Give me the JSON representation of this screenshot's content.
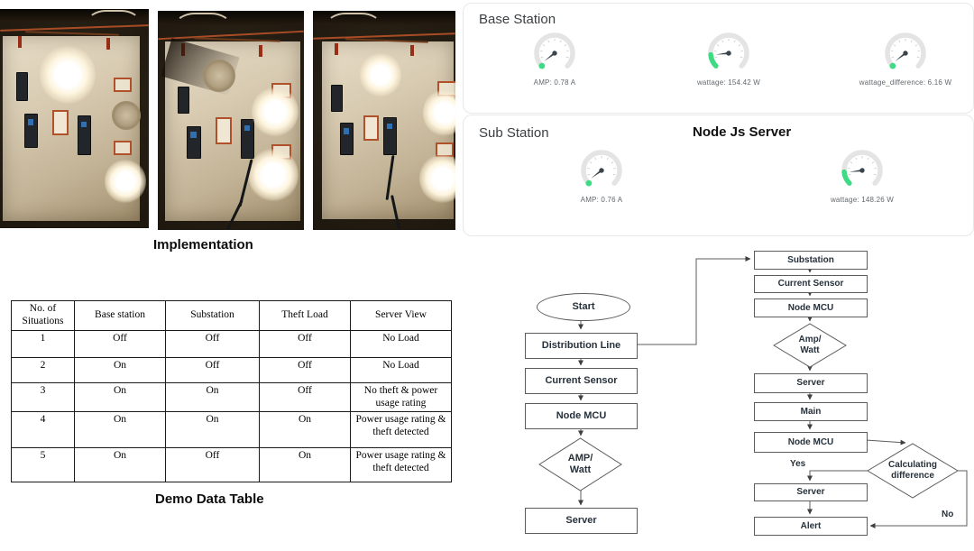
{
  "figure": {
    "implementation_caption": "Implementation",
    "demo_table_caption": "Demo Data Table"
  },
  "dashboard": {
    "base_station": {
      "title": "Base Station",
      "gauges": [
        {
          "label": "AMP: 0.78 A"
        },
        {
          "label": "wattage: 154.42 W"
        },
        {
          "label": "wattage_difference: 6.16 W"
        }
      ]
    },
    "sub_station": {
      "title": "Sub Station",
      "node_server_title": "Node Js Server",
      "gauges": [
        {
          "label": "AMP: 0.76 A"
        },
        {
          "label": "wattage: 148.26 W"
        }
      ]
    },
    "colors": {
      "gauge_green": "#3ddc84",
      "gauge_track": "#e4e4e4",
      "gauge_needle": "#3a444c"
    }
  },
  "demo_table": {
    "headers": [
      "No. of Situations",
      "Base station",
      "Substation",
      "Theft Load",
      "Server View"
    ],
    "rows": [
      [
        "1",
        "Off",
        "Off",
        "Off",
        "No Load"
      ],
      [
        "2",
        "On",
        "Off",
        "Off",
        "No Load"
      ],
      [
        "3",
        "On",
        "On",
        "Off",
        "No theft & power usage rating"
      ],
      [
        "4",
        "On",
        "On",
        "On",
        "Power usage rating & theft detected"
      ],
      [
        "5",
        "On",
        "Off",
        "On",
        "Power usage rating & theft detected"
      ]
    ]
  },
  "flowchart_left": {
    "nodes": [
      "Start",
      "Distribution Line",
      "Current Sensor",
      "Node MCU",
      "AMP/ Watt",
      "Server"
    ]
  },
  "flowchart_right": {
    "nodes": [
      "Substation",
      "Current Sensor",
      "Node MCU",
      "Amp/ Watt",
      "Server",
      "Main",
      "Node MCU",
      "Calculating difference",
      "Server",
      "Alert"
    ],
    "yes_label": "Yes",
    "no_label": "No"
  }
}
